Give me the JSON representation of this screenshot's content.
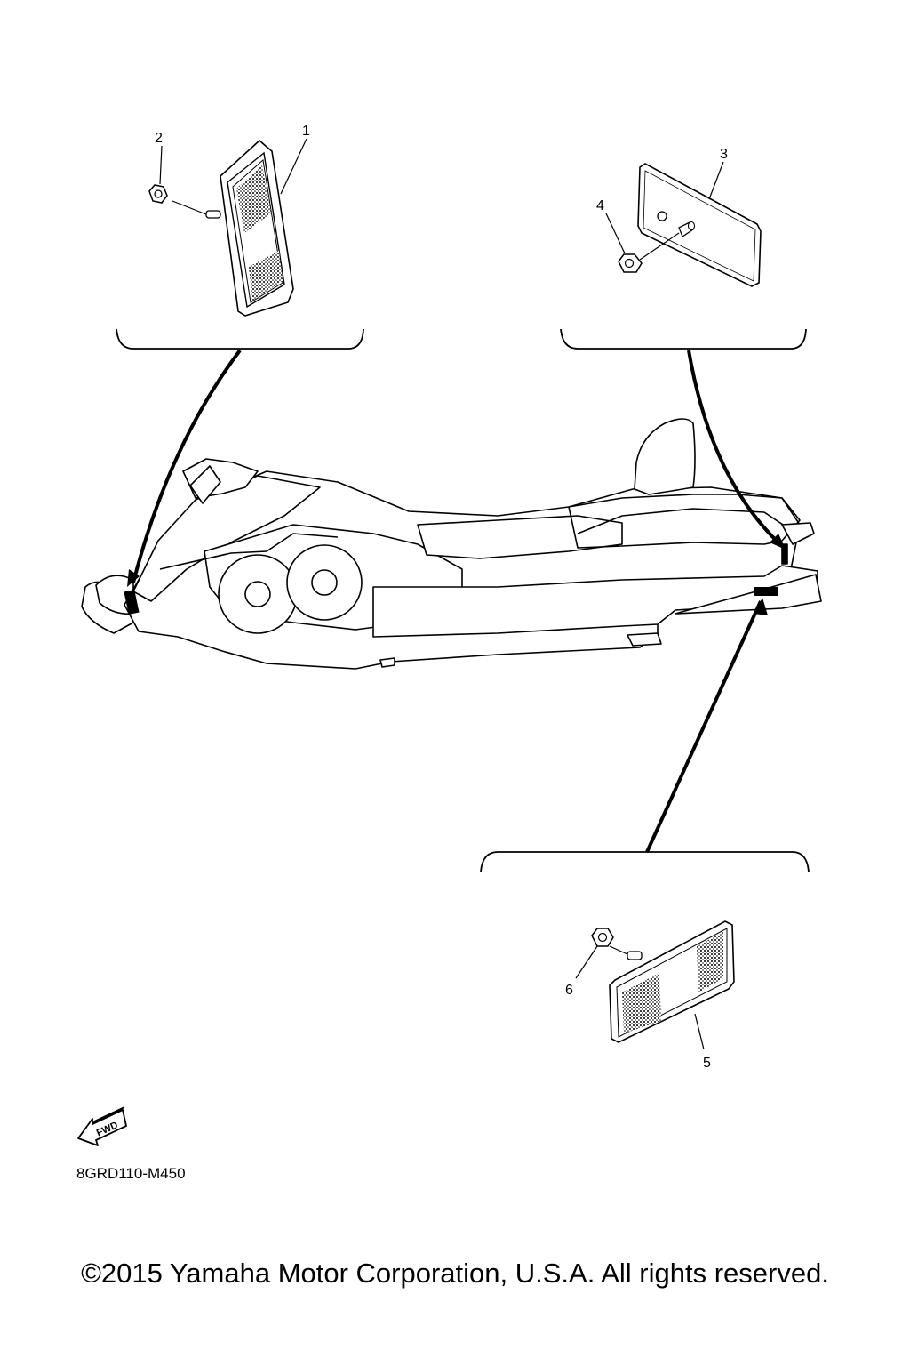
{
  "callouts": {
    "c1": "1",
    "c2": "2",
    "c3": "3",
    "c4": "4",
    "c5": "5",
    "c6": "6"
  },
  "fwd_label": "FWD",
  "diagram_code": "8GRD110-M450",
  "copyright": "©2015 Yamaha Motor Corporation, U.S.A. All rights reserved."
}
